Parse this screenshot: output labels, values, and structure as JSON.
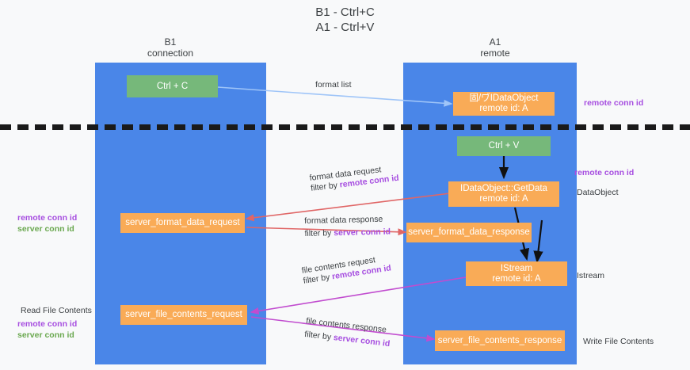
{
  "title": {
    "line1": "B1 - Ctrl+C",
    "line2": "A1 - Ctrl+V"
  },
  "lanes": [
    {
      "name": "B1",
      "sub": "connection"
    },
    {
      "name": "A1",
      "sub": "remote"
    }
  ],
  "boxes": {
    "ctrl_c": "Ctrl + C",
    "ctrl_v": "Ctrl + V",
    "idataobject_l1": "固/ヷIDataObject",
    "idataobject_l2": "remote id: A",
    "getdata_l1": "IDataObject::GetData",
    "getdata_l2": "remote id: A",
    "istream_l1": "IStream",
    "istream_l2": "remote id: A",
    "server_format_data_request": "server_format_data_request",
    "server_format_data_response": "server_format_data_response",
    "server_file_contents_request": "server_file_contents_request",
    "server_file_contents_response": "server_file_contents_response"
  },
  "edge_labels": {
    "format_list": "format list",
    "format_data_request": "format data request",
    "format_data_request_filter_prefix": "filter by ",
    "format_data_request_filter_key": "remote conn id",
    "format_data_response": "format data response",
    "format_data_response_filter_prefix": "filter by ",
    "format_data_response_filter_key": "server conn id",
    "file_contents_request": "file contents request",
    "file_contents_request_filter_prefix": "filter by ",
    "file_contents_request_filter_key": "remote conn id",
    "file_contents_response": "file contents response",
    "file_contents_response_filter_prefix": "filter by ",
    "file_contents_response_filter_key": "server conn id"
  },
  "annotations": {
    "right_remote_conn_id_top": "remote conn id",
    "right_remote_conn_id_mid": "remote conn id",
    "right_dataobject": "DataObject",
    "right_istream": "Istream",
    "right_write_file_contents": "Write File Contents",
    "left_remote_conn_id_1": "remote conn id",
    "left_server_conn_id_1": "server conn id",
    "left_read_file_contents": "Read File Contents",
    "left_remote_conn_id_2": "remote conn id",
    "left_server_conn_id_2": "server conn id"
  },
  "colors": {
    "lane": "#4a86e8",
    "green_box": "#76b87a",
    "orange_box": "#f9ab57",
    "purple_text": "#a64de0",
    "green_text": "#6aa84f",
    "arrow_blue": "#9fc5f8",
    "arrow_red": "#e06666",
    "arrow_magenta": "#c14ccf",
    "arrow_black": "#000000",
    "background": "#f8f9fa"
  }
}
